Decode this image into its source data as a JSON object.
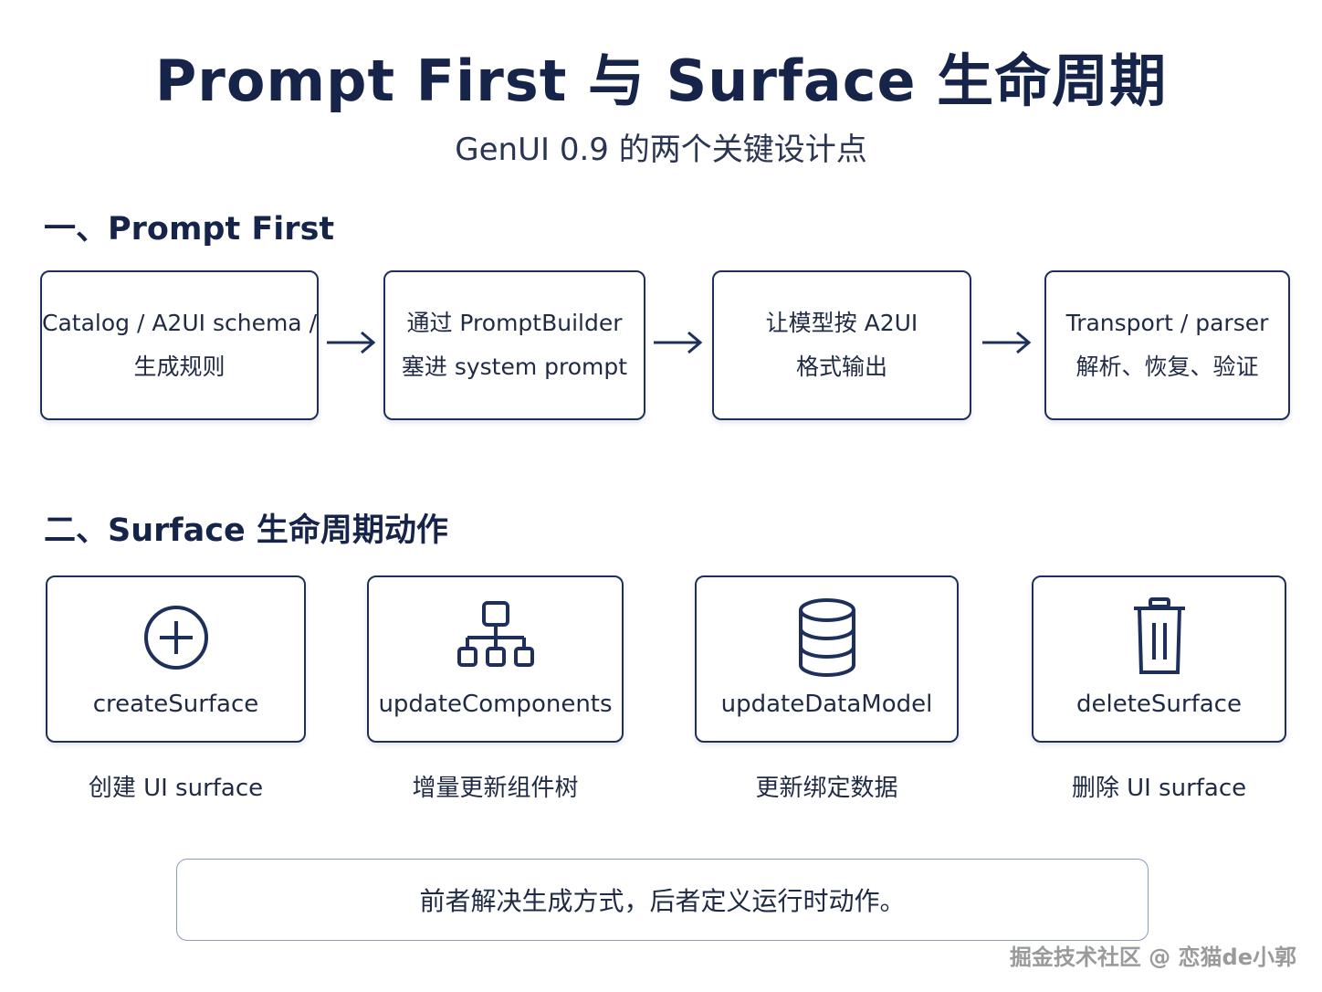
{
  "header": {
    "title": "Prompt First 与 Surface 生命周期",
    "subtitle": "GenUI 0.9 的两个关键设计点"
  },
  "section1": {
    "title": "一、Prompt First",
    "steps": [
      {
        "line1": "Catalog / A2UI schema /",
        "line2": "生成规则"
      },
      {
        "line1": "通过 PromptBuilder",
        "line2": "塞进 system prompt"
      },
      {
        "line1": "让模型按 A2UI",
        "line2": "格式输出"
      },
      {
        "line1": "Transport / parser",
        "line2": "解析、恢复、验证"
      }
    ]
  },
  "section2": {
    "title": "二、Surface 生命周期动作",
    "actions": [
      {
        "label": "createSurface",
        "caption": "创建 UI surface",
        "icon": "plus-circle-icon"
      },
      {
        "label": "updateComponents",
        "caption": "增量更新组件树",
        "icon": "hierarchy-tree-icon"
      },
      {
        "label": "updateDataModel",
        "caption": "更新绑定数据",
        "icon": "database-icon"
      },
      {
        "label": "deleteSurface",
        "caption": "删除 UI surface",
        "icon": "trash-icon"
      }
    ]
  },
  "note": "前者解决生成方式，后者定义运行时动作。",
  "watermark": "掘金技术社区 @ 恋猫de小郭",
  "colors": {
    "primary": "#1f2f5c",
    "text": "#1f2a44",
    "title": "#16244a",
    "note_border": "#8e9ac0"
  }
}
